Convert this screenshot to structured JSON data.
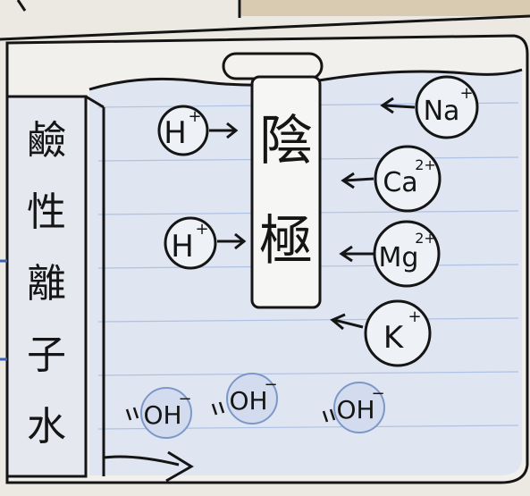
{
  "left_column": {
    "chars": [
      "鹼",
      "性",
      "離",
      "子",
      "水"
    ]
  },
  "electrode": {
    "chars": [
      "陰",
      "極"
    ]
  },
  "ions": {
    "h_plus_1": {
      "base": "H",
      "charge": "+"
    },
    "h_plus_2": {
      "base": "H",
      "charge": "+"
    },
    "na_plus": {
      "base": "Na",
      "charge": "+"
    },
    "ca_2plus": {
      "base": "Ca",
      "charge": "2+"
    },
    "mg_2plus": {
      "base": "Mg",
      "charge": "2+"
    },
    "k_plus": {
      "base": "K",
      "charge": "+"
    },
    "oh_minus_1": {
      "base": "OH",
      "charge": "−"
    },
    "oh_minus_2": {
      "base": "OH",
      "charge": "−"
    },
    "oh_minus_3": {
      "base": "OH",
      "charge": "−"
    }
  },
  "colors": {
    "paper": "#f1f0ed",
    "water": "#dfe6f2",
    "water_stroke": "#6e8fcb",
    "ink": "#151515",
    "tan": "#c9b28a"
  }
}
